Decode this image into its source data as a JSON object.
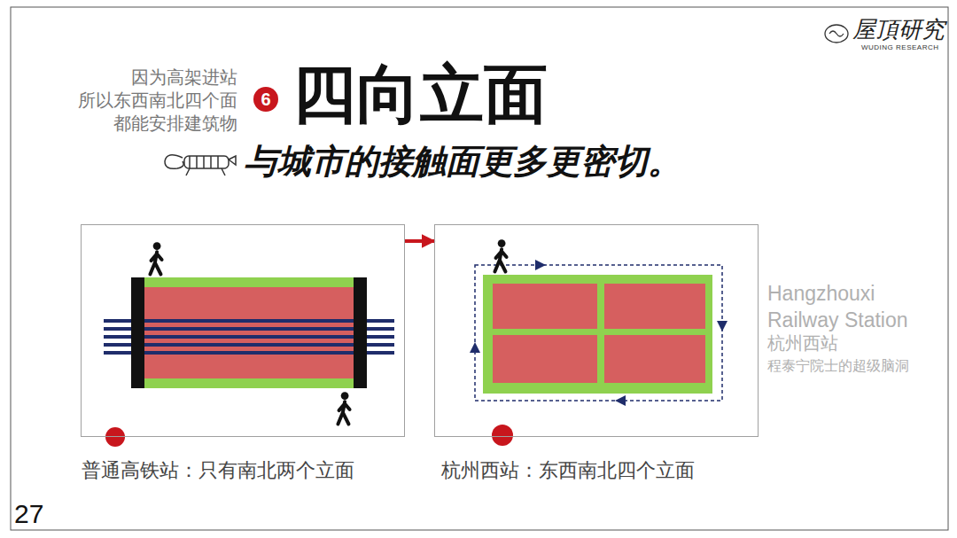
{
  "diagram": {
    "title": "四向立面",
    "nodes": [
      {
        "text": [
          "普通高铁站：只有南北两个立面"
        ]
      },
      {
        "text": [
          "杭州西站：东西南北四个立面"
        ]
      }
    ],
    "edges": [
      {
        "from": 0,
        "to": 1,
        "arrow": "to"
      }
    ],
    "labels": [
      "因为高架进站 所以东西南北四个面 都能安排建筑物",
      "6",
      "与城市的接触面更多更密切。",
      "屋頂研究",
      "WUDING RESEARCH",
      "Hangzhouxi Railway Station",
      "杭州西站",
      "程泰宁院士的超级脑洞",
      "27"
    ]
  }
}
